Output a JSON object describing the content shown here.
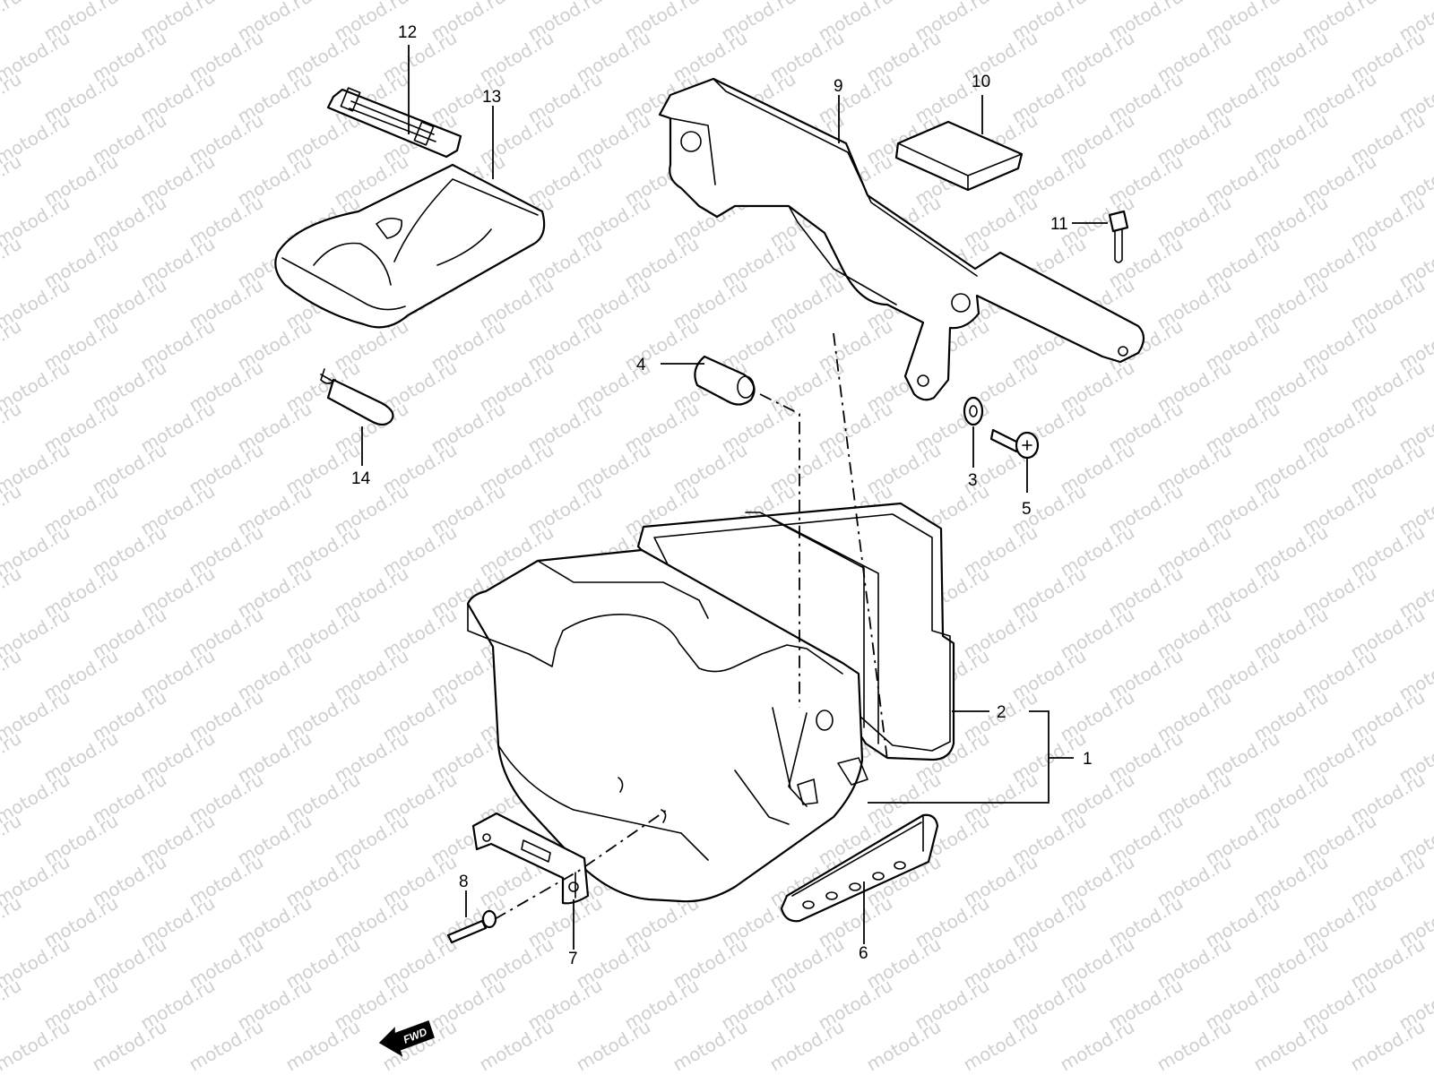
{
  "watermark": "motod.ru",
  "direction_label": "FWD",
  "callouts": [
    "1",
    "2",
    "3",
    "4",
    "5",
    "6",
    "7",
    "8",
    "9",
    "10",
    "11",
    "12",
    "13",
    "14"
  ],
  "parts": [
    {
      "number": "1",
      "icon": "battery-box-assembly"
    },
    {
      "number": "2",
      "icon": "battery-box-frame"
    },
    {
      "number": "3",
      "icon": "washer-icon"
    },
    {
      "number": "4",
      "icon": "cushion-icon"
    },
    {
      "number": "5",
      "icon": "bolt-icon"
    },
    {
      "number": "6",
      "icon": "band-icon"
    },
    {
      "number": "7",
      "icon": "bracket-icon"
    },
    {
      "number": "8",
      "icon": "rivet-icon"
    },
    {
      "number": "9",
      "icon": "battery-holder-bracket"
    },
    {
      "number": "10",
      "icon": "cushion-pad-icon"
    },
    {
      "number": "11",
      "icon": "bolt-icon"
    },
    {
      "number": "12",
      "icon": "strap-icon"
    },
    {
      "number": "13",
      "icon": "battery-cover-icon"
    },
    {
      "number": "14",
      "icon": "rubber-cushion-icon"
    }
  ]
}
